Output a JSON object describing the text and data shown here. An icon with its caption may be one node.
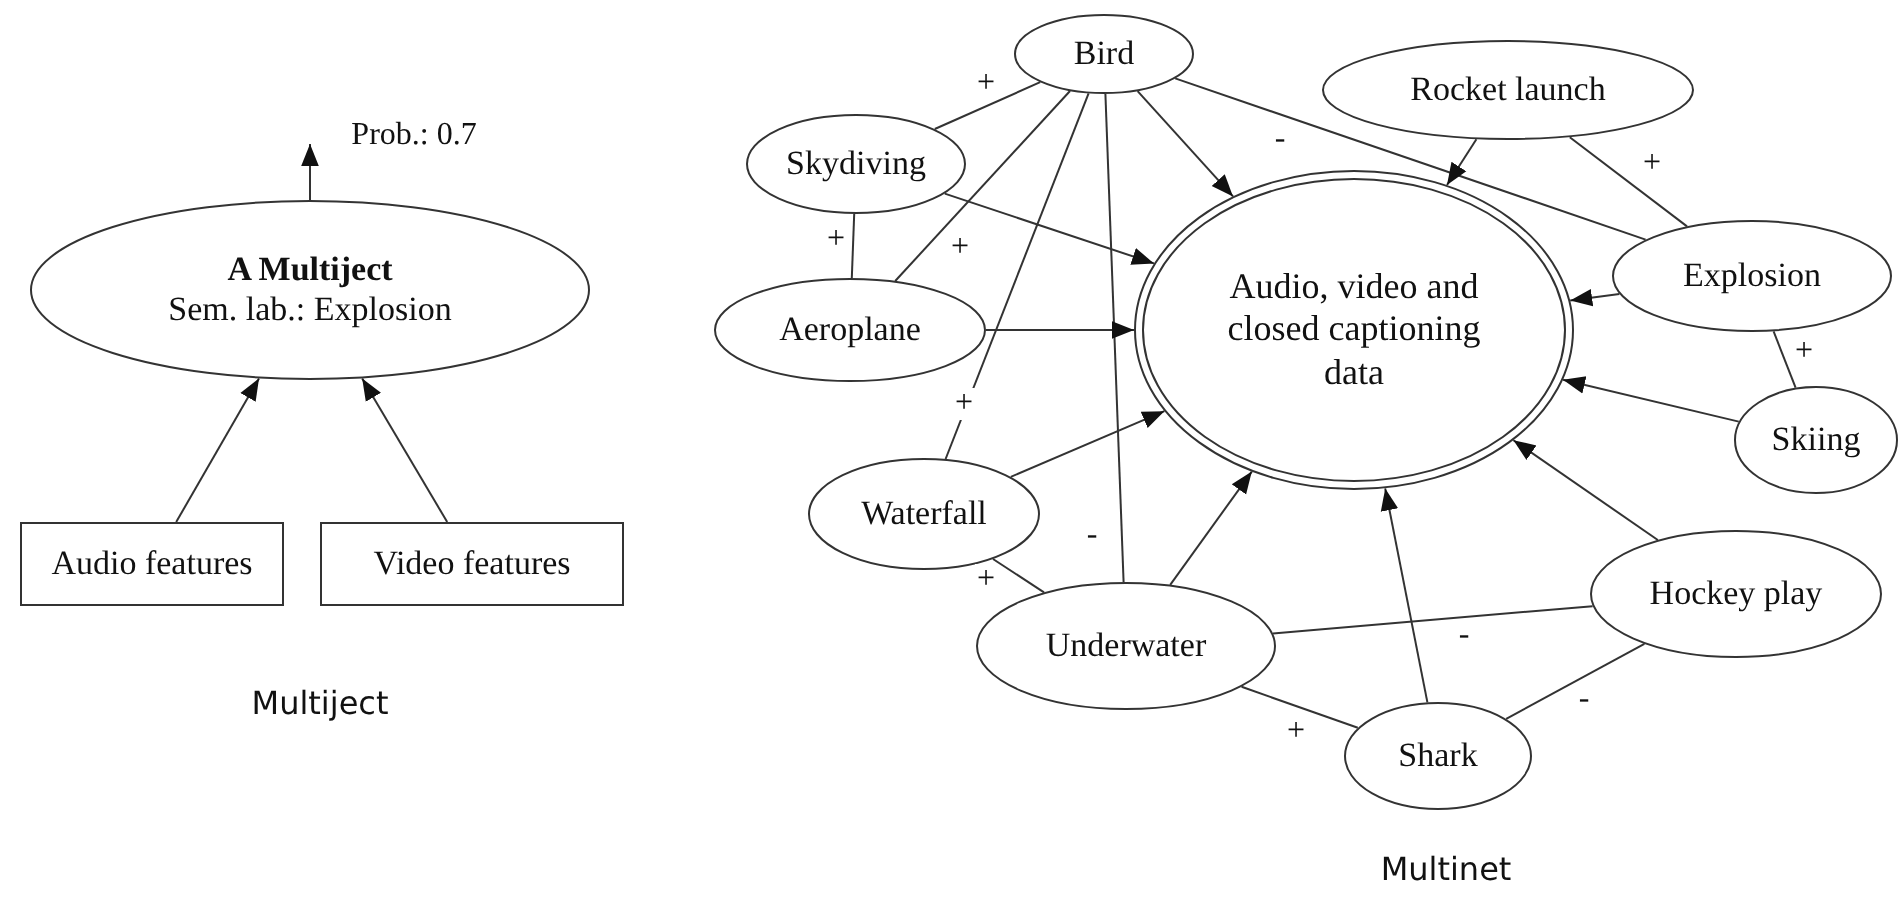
{
  "diagram": {
    "nodes": [
      {
        "text": [
          "A Multiject",
          "Sem. lab.: Explosion"
        ]
      },
      {
        "text": [
          "Audio features"
        ]
      },
      {
        "text": [
          "Video features"
        ]
      },
      {
        "text": [
          "Bird"
        ]
      },
      {
        "text": [
          "Rocket launch"
        ]
      },
      {
        "text": [
          "Skydiving"
        ]
      },
      {
        "text": [
          "Aeroplane"
        ]
      },
      {
        "text": [
          "Audio, video and closed captioning data"
        ]
      },
      {
        "text": [
          "Explosion"
        ]
      },
      {
        "text": [
          "Skiing"
        ]
      },
      {
        "text": [
          "Waterfall"
        ]
      },
      {
        "text": [
          "Underwater"
        ]
      },
      {
        "text": [
          "Hockey play"
        ]
      },
      {
        "text": [
          "Shark"
        ]
      }
    ],
    "edges": [
      {
        "from": 0,
        "to": null,
        "arrow": "to",
        "label": "Prob.: 0.7"
      },
      {
        "from": 1,
        "to": 0,
        "arrow": "to"
      },
      {
        "from": 2,
        "to": 0,
        "arrow": "to"
      },
      {
        "from": 3,
        "to": 5,
        "arrow": "none",
        "label": "+"
      },
      {
        "from": 3,
        "to": 7,
        "arrow": "to"
      },
      {
        "from": 3,
        "to": 8,
        "arrow": "none",
        "label": "-"
      },
      {
        "from": 3,
        "to": 6,
        "arrow": "none",
        "label": "+"
      },
      {
        "from": 3,
        "to": 10,
        "arrow": "none",
        "label": "+"
      },
      {
        "from": 3,
        "to": 11,
        "arrow": "none",
        "label": "-"
      },
      {
        "from": 5,
        "to": 6,
        "arrow": "none",
        "label": "+"
      },
      {
        "from": 5,
        "to": 7,
        "arrow": "to"
      },
      {
        "from": 6,
        "to": 7,
        "arrow": "to"
      },
      {
        "from": 4,
        "to": 7,
        "arrow": "to"
      },
      {
        "from": 4,
        "to": 8,
        "arrow": "none",
        "label": "+"
      },
      {
        "from": 8,
        "to": 7,
        "arrow": "to"
      },
      {
        "from": 8,
        "to": 9,
        "arrow": "none",
        "label": "+"
      },
      {
        "from": 9,
        "to": 7,
        "arrow": "to"
      },
      {
        "from": 10,
        "to": 7,
        "arrow": "to"
      },
      {
        "from": 10,
        "to": 11,
        "arrow": "none",
        "label": "+"
      },
      {
        "from": 11,
        "to": 7,
        "arrow": "to"
      },
      {
        "from": 11,
        "to": 12,
        "arrow": "none",
        "label": "-"
      },
      {
        "from": 11,
        "to": 13,
        "arrow": "none",
        "label": "+"
      },
      {
        "from": 13,
        "to": 7,
        "arrow": "to"
      },
      {
        "from": 12,
        "to": 7,
        "arrow": "to"
      },
      {
        "from": 12,
        "to": 13,
        "arrow": "none",
        "label": "-"
      }
    ],
    "labels": [
      "Multiject",
      "Multinet"
    ]
  }
}
